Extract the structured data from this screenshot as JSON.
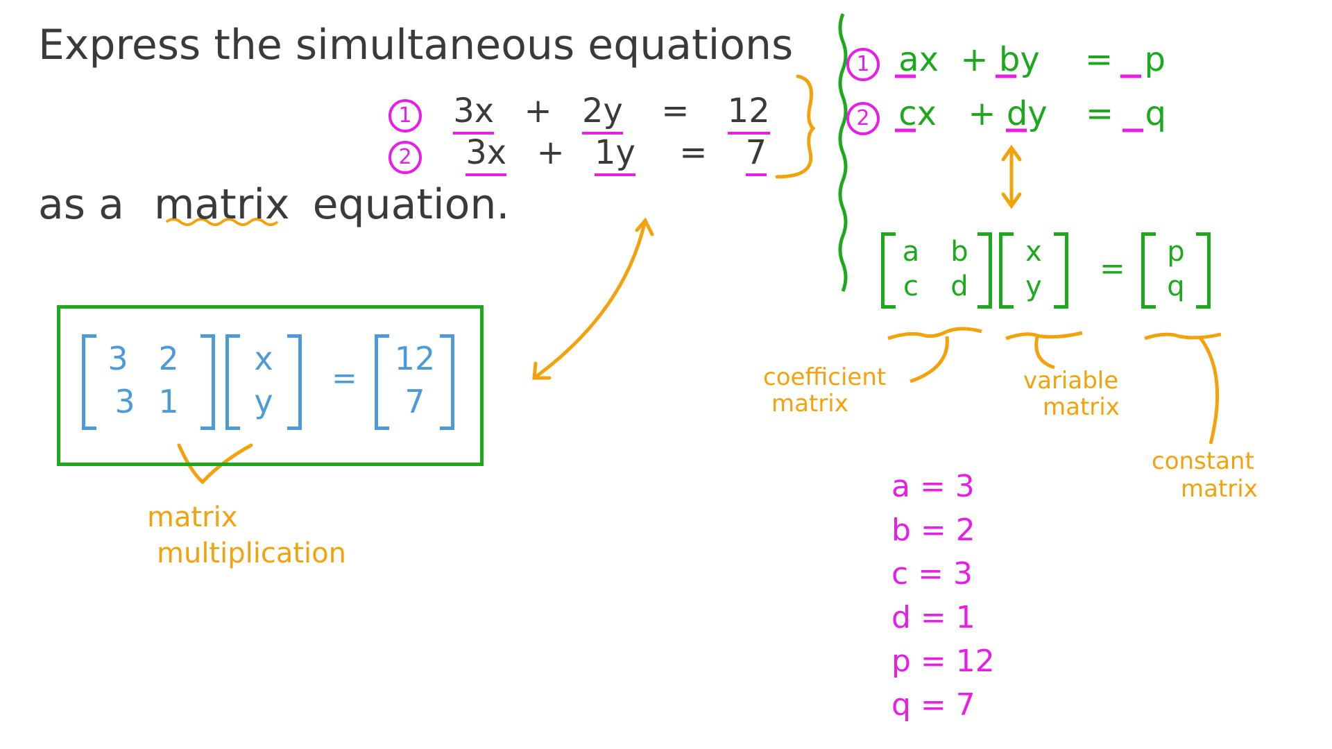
{
  "question": {
    "line1": "Express the simultaneous equations",
    "line2_prefix": "as a",
    "line2_emph": "matrix",
    "line2_suffix": "equation."
  },
  "given_equations": [
    {
      "num": "1",
      "a": "3x",
      "op": "+",
      "b": "2y",
      "eq": "=",
      "rhs": "12"
    },
    {
      "num": "2",
      "a": "3x",
      "op": "+",
      "b": "1y",
      "eq": "=",
      "rhs": "7"
    }
  ],
  "general_equations": [
    {
      "num": "1",
      "a": "ax",
      "op": "+",
      "b": "by",
      "eq": "=",
      "rhs": "p"
    },
    {
      "num": "2",
      "a": "cx",
      "op": "+",
      "b": "dy",
      "eq": "=",
      "rhs": "q"
    }
  ],
  "general_matrix": {
    "coeff": [
      "a",
      "b",
      "c",
      "d"
    ],
    "vars": [
      "x",
      "y"
    ],
    "eq": "=",
    "consts": [
      "p",
      "q"
    ]
  },
  "answer_matrix": {
    "coeff": [
      "3",
      "2",
      "3",
      "1"
    ],
    "vars": [
      "x",
      "y"
    ],
    "eq": "=",
    "consts": [
      "12",
      "7"
    ]
  },
  "labels": {
    "coefficient": [
      "coefficient",
      "matrix"
    ],
    "variable": [
      "variable",
      "matrix"
    ],
    "constant": [
      "constant",
      "matrix"
    ],
    "multiplication": [
      "matrix",
      "multiplication"
    ]
  },
  "assignments": [
    "a = 3",
    "b = 2",
    "c = 3",
    "d = 1",
    "p = 12",
    "q = 7"
  ],
  "colors": {
    "text": "#3a3a3a",
    "pink": "#e61ee6",
    "green": "#1ea81e",
    "orange": "#f2a20c",
    "blue": "#4e9ad6"
  }
}
